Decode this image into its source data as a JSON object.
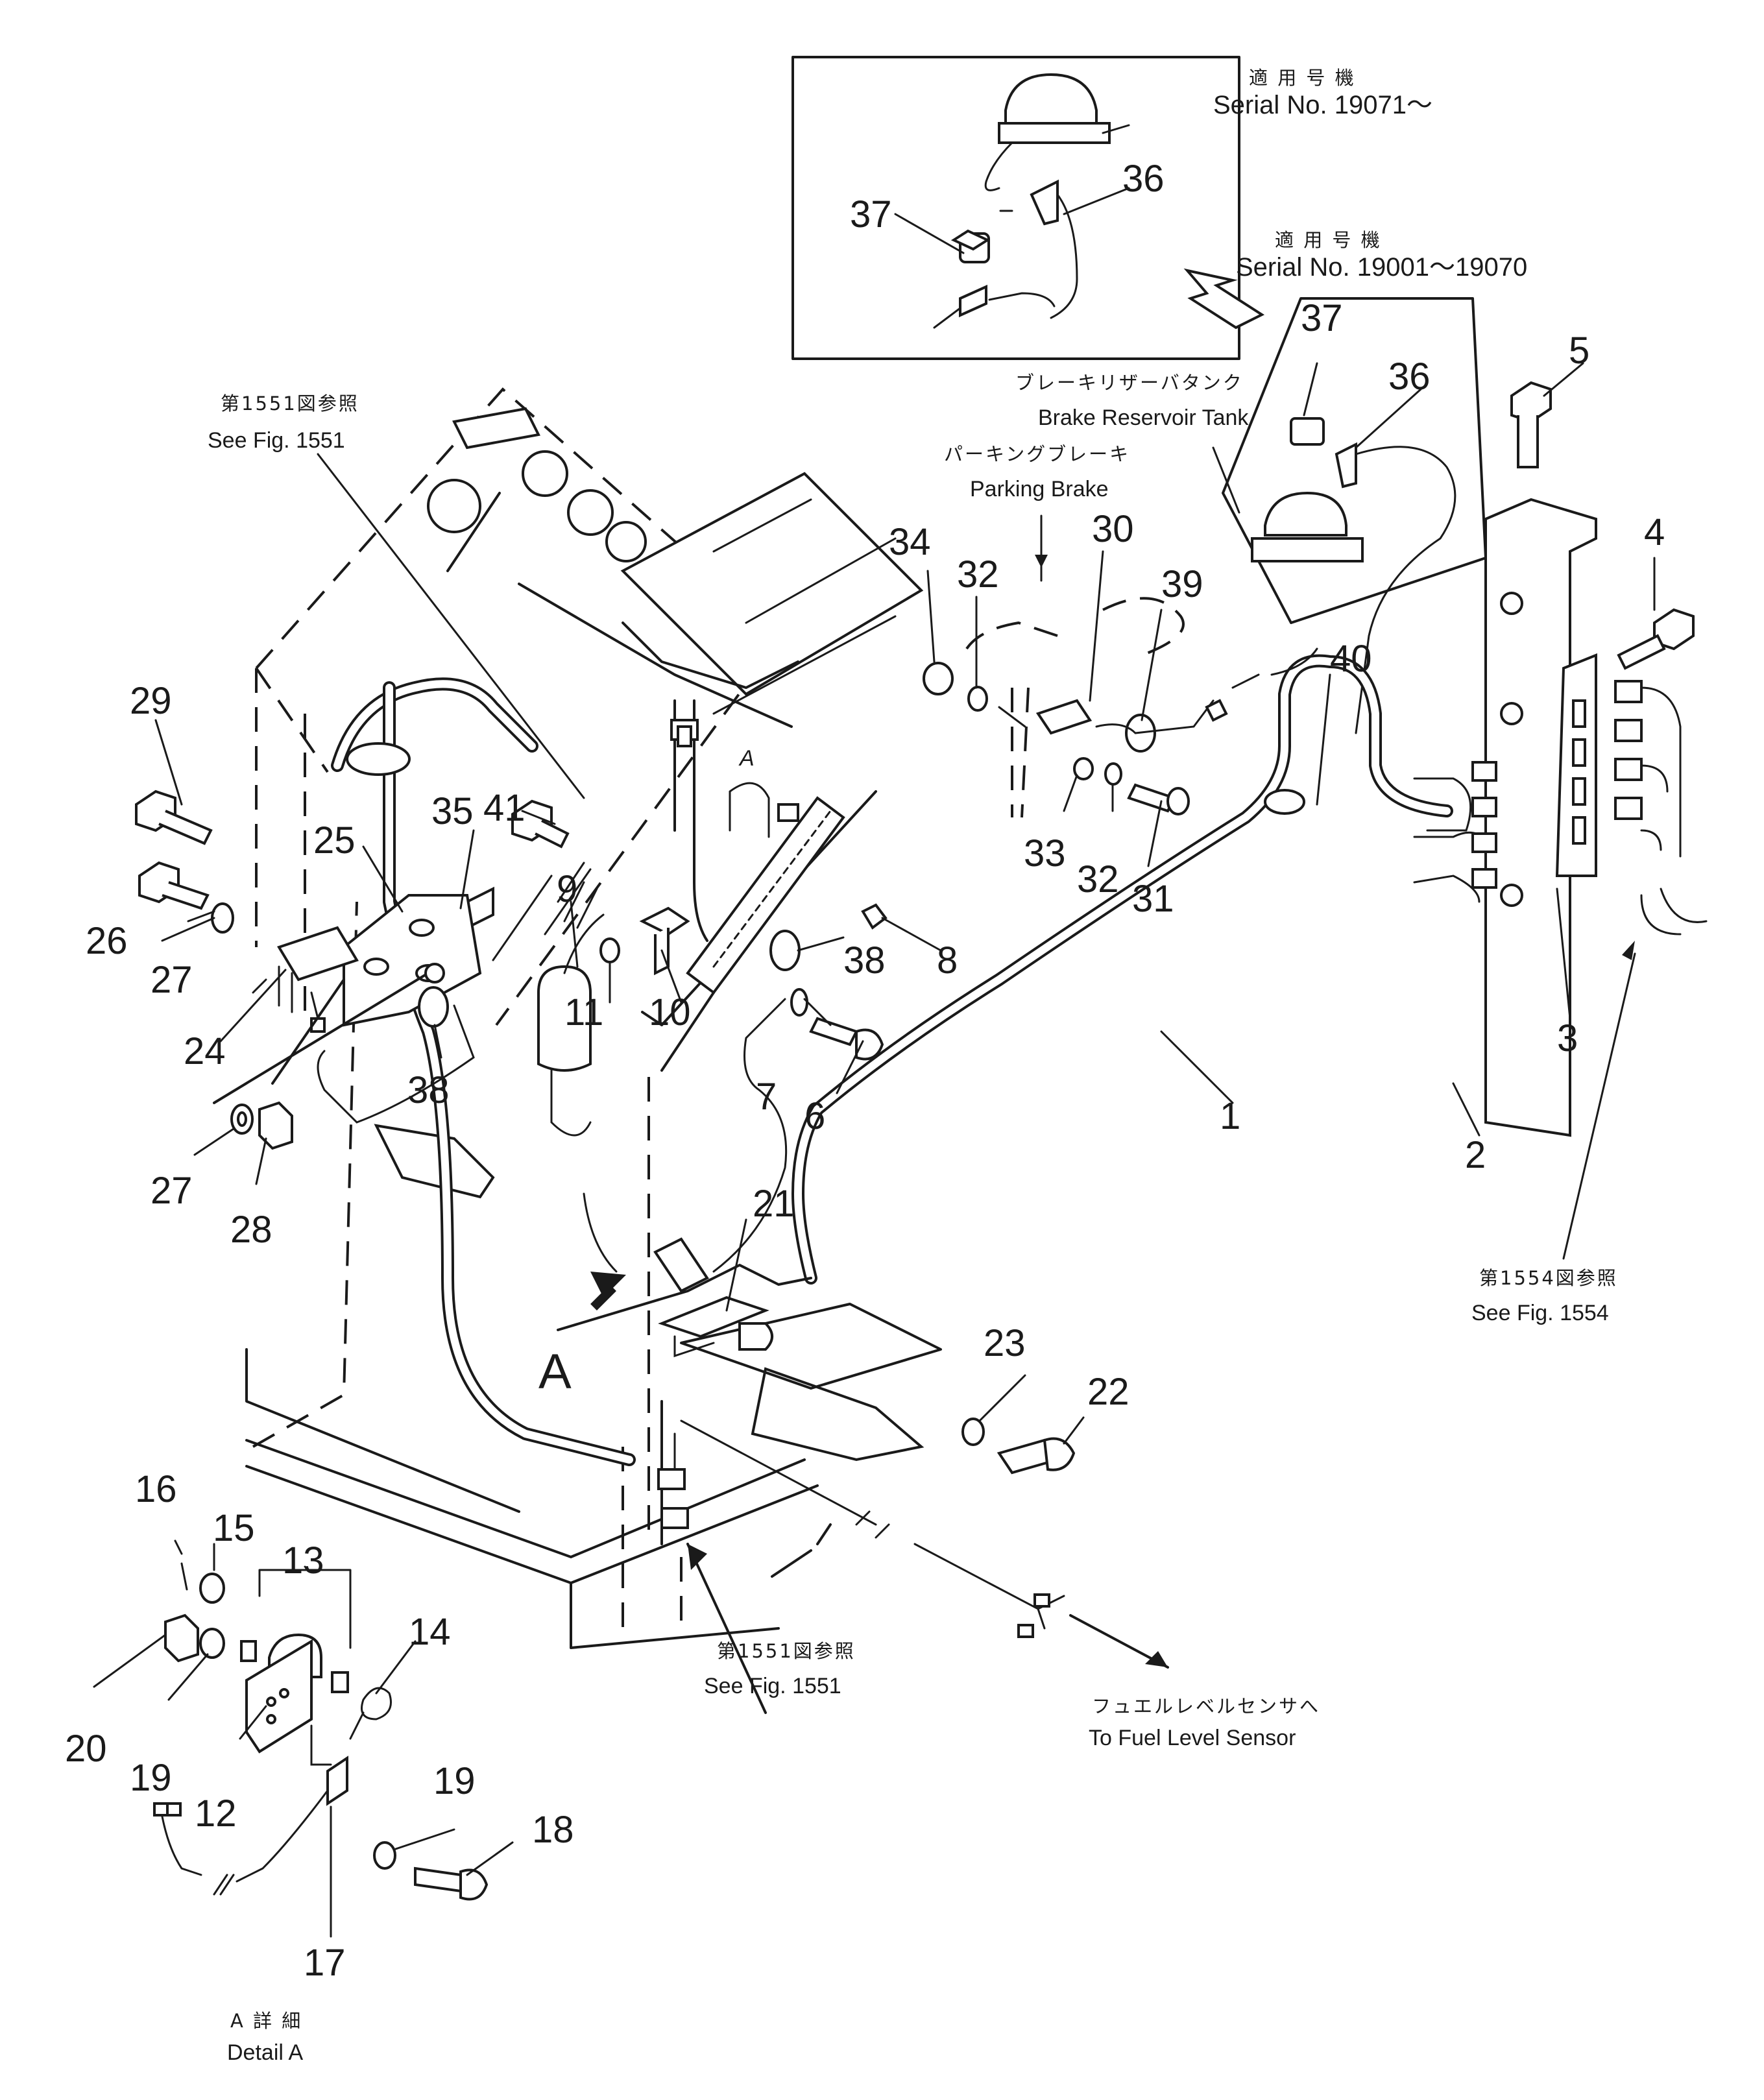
{
  "callouts": {
    "p1": "1",
    "p2": "2",
    "p3": "3",
    "p4": "4",
    "p5": "5",
    "p6": "6",
    "p7": "7",
    "p8": "8",
    "p9": "9",
    "p10": "10",
    "p11": "11",
    "p12": "12",
    "p13": "13",
    "p14": "14",
    "p15": "15",
    "p16": "16",
    "p17": "17",
    "p18": "18",
    "p19a": "19",
    "p19b": "19",
    "p20": "20",
    "p21": "21",
    "p22": "22",
    "p23": "23",
    "p24": "24",
    "p25": "25",
    "p26": "26",
    "p27a": "27",
    "p27b": "27",
    "p28": "28",
    "p29": "29",
    "p30": "30",
    "p31": "31",
    "p32a": "32",
    "p32b": "32",
    "p33": "33",
    "p34": "34",
    "p35": "35",
    "p36a": "36",
    "p36b": "36",
    "p37a": "37",
    "p37b": "37",
    "p38a": "38",
    "p38b": "38",
    "p39": "39",
    "p40": "40",
    "p41": "41"
  },
  "labels": {
    "serial_new_jp": "適 用 号 機",
    "serial_new_en": "Serial No. 19071～",
    "serial_old_jp": "適 用 号 機",
    "serial_old_en": "Serial No. 19001～19070",
    "brake_tank_jp": "ブレーキリザーバタンク",
    "brake_tank_en": "Brake Reservoir Tank",
    "parking_jp": "パーキングブレーキ",
    "parking_en": "Parking Brake",
    "fig1551_top_jp": "第1551図参照",
    "fig1551_top_en": "See Fig. 1551",
    "fig1554_jp": "第1554図参照",
    "fig1554_en": "See Fig. 1554",
    "fig1551_bot_jp": "第1551図参照",
    "fig1551_bot_en": "See Fig. 1551",
    "fuel_jp": "フュエルレベルセンサへ",
    "fuel_en": "To Fuel Level Sensor",
    "detail_jp": "A 詳 細",
    "detail_en": "Detail A",
    "view_a": "A",
    "view_a_small": "A"
  }
}
